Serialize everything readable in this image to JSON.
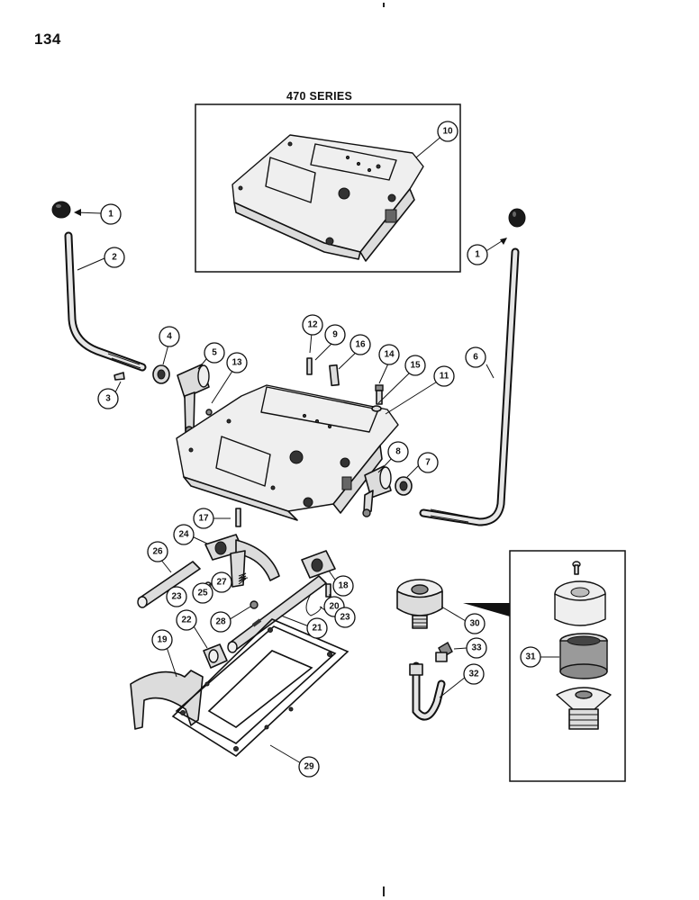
{
  "page": {
    "number": "134"
  },
  "inset": {
    "title": "470 SERIES"
  },
  "callouts": [
    {
      "id": "1a",
      "label": "1"
    },
    {
      "id": "2",
      "label": "2"
    },
    {
      "id": "3",
      "label": "3"
    },
    {
      "id": "4",
      "label": "4"
    },
    {
      "id": "5",
      "label": "5"
    },
    {
      "id": "13",
      "label": "13"
    },
    {
      "id": "12",
      "label": "12"
    },
    {
      "id": "9",
      "label": "9"
    },
    {
      "id": "16",
      "label": "16"
    },
    {
      "id": "14",
      "label": "14"
    },
    {
      "id": "15",
      "label": "15"
    },
    {
      "id": "11",
      "label": "11"
    },
    {
      "id": "6",
      "label": "6"
    },
    {
      "id": "1b",
      "label": "1"
    },
    {
      "id": "10",
      "label": "10"
    },
    {
      "id": "8",
      "label": "8"
    },
    {
      "id": "7",
      "label": "7"
    },
    {
      "id": "17",
      "label": "17"
    },
    {
      "id": "24",
      "label": "24"
    },
    {
      "id": "26",
      "label": "26"
    },
    {
      "id": "18",
      "label": "18"
    },
    {
      "id": "20",
      "label": "20"
    },
    {
      "id": "23a",
      "label": "23"
    },
    {
      "id": "25",
      "label": "25"
    },
    {
      "id": "27",
      "label": "27"
    },
    {
      "id": "28",
      "label": "28"
    },
    {
      "id": "21",
      "label": "21"
    },
    {
      "id": "23b",
      "label": "23"
    },
    {
      "id": "22",
      "label": "22"
    },
    {
      "id": "19",
      "label": "19"
    },
    {
      "id": "29",
      "label": "29"
    },
    {
      "id": "30",
      "label": "30"
    },
    {
      "id": "33",
      "label": "33"
    },
    {
      "id": "32",
      "label": "32"
    },
    {
      "id": "31",
      "label": "31"
    }
  ]
}
